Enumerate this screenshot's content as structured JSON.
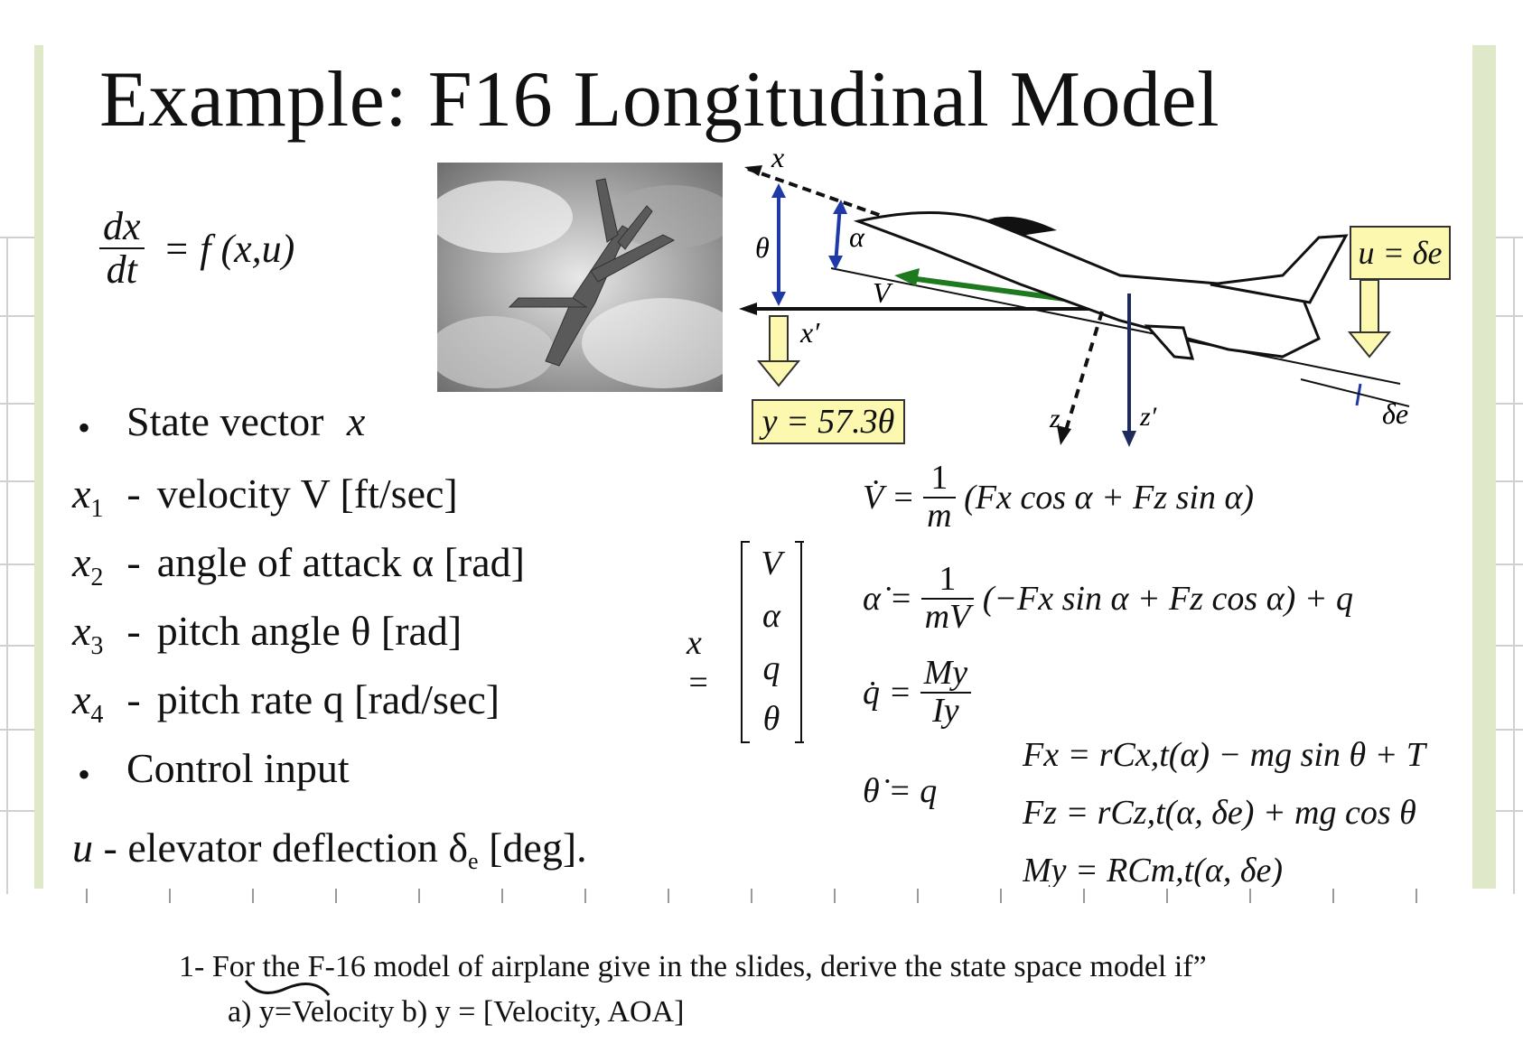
{
  "slide": {
    "title": "Example: F16 Longitudinal Model",
    "ode": {
      "num": "dx",
      "den": "dt",
      "rhs": "= f (x,u)"
    },
    "bullets": {
      "state_vector": "State vector",
      "state_symbol": "x",
      "control_input": "Control input"
    },
    "states": [
      {
        "var": "x",
        "sub": "1",
        "desc": "velocity V [ft/sec]"
      },
      {
        "var": "x",
        "sub": "2",
        "desc": "angle of attack α [rad]"
      },
      {
        "var": "x",
        "sub": "3",
        "desc": "pitch angle θ [rad]"
      },
      {
        "var": "x",
        "sub": "4",
        "desc": "pitch rate q [rad/sec]"
      }
    ],
    "control_line": {
      "var": "u",
      "desc": "- elevator deflection δ",
      "sub": "e",
      "unit": " [deg]."
    },
    "state_vector_def": {
      "lhs": "x =",
      "entries": [
        "V",
        "α",
        "q",
        "θ"
      ]
    },
    "equations": {
      "vdot_lhs": "V̇ =",
      "vdot_num": "1",
      "vdot_den": "m",
      "vdot_rhs": "(Fx cos α + Fz sin α)",
      "adot_lhs": "α̇ =",
      "adot_num": "1",
      "adot_den": "mV",
      "adot_rhs": "(−Fx sin α + Fz cos α) + q",
      "qdot_lhs": "q̇ =",
      "qdot_num": "My",
      "qdot_den": "Iy",
      "thdot": "θ̇ = q"
    },
    "forces": {
      "fx": "Fx = rCx,t(α) − mg sin θ + T",
      "fz": "Fz = rCz,t(α, δe) + mg cos θ",
      "my": "My = RCm,t(α, δe)"
    },
    "diagram_labels": {
      "x_axis": "x",
      "x_prime": "x′",
      "z": "z",
      "z_prime": "z′",
      "theta": "θ",
      "alpha": "α",
      "V": "V",
      "delta_e": "δe",
      "y_output": "y = 57.3θ",
      "u_input": "u = δe"
    }
  },
  "question": {
    "line1": "1-  For the F-16 model of airplane give in the slides, derive the state space model if”",
    "line2": "a)   y=Velocity     b) y = [Velocity, AOA]"
  },
  "colors": {
    "slide_bar": "#dfe8c8",
    "box_fill": "#fcf8b0",
    "arrow_blue": "#1f3aa8",
    "velocity_green": "#1f7a1f"
  }
}
